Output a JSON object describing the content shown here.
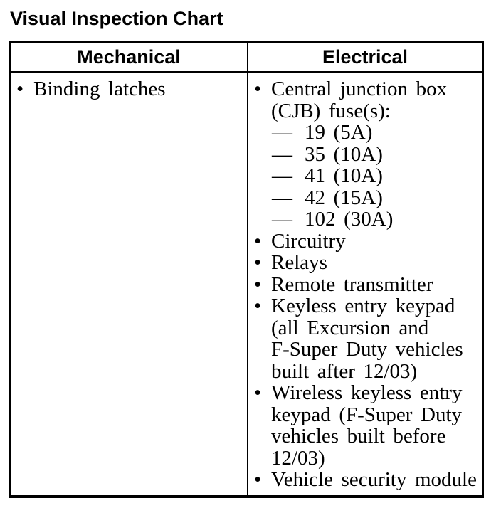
{
  "page_title": "Visual Inspection Chart",
  "table": {
    "headers": [
      "Mechanical",
      "Electrical"
    ],
    "bullet_char": "•",
    "dash_char": "—",
    "columns": [
      {
        "name": "mechanical",
        "items": [
          {
            "type": "bullet",
            "text": "Binding latches"
          }
        ]
      },
      {
        "name": "electrical",
        "items": [
          {
            "type": "bullet",
            "text": "Central junction box\n(CJB) fuse(s):"
          },
          {
            "type": "dash",
            "text": "19 (5A)"
          },
          {
            "type": "dash",
            "text": "35 (10A)"
          },
          {
            "type": "dash",
            "text": "41 (10A)"
          },
          {
            "type": "dash",
            "text": "42 (15A)"
          },
          {
            "type": "dash",
            "text": "102 (30A)"
          },
          {
            "type": "bullet",
            "text": "Circuitry"
          },
          {
            "type": "bullet",
            "text": "Relays"
          },
          {
            "type": "bullet",
            "text": "Remote transmitter"
          },
          {
            "type": "bullet",
            "text": "Keyless entry keypad\n(all Excursion and\nF-Super Duty vehicles\nbuilt after 12/03)"
          },
          {
            "type": "bullet",
            "text": "Wireless keyless entry\nkeypad (F-Super Duty\nvehicles built before\n12/03)"
          },
          {
            "type": "bullet",
            "text": "Vehicle security module"
          }
        ]
      }
    ]
  },
  "colors": {
    "text": "#000000",
    "background": "#ffffff",
    "border": "#000000"
  }
}
